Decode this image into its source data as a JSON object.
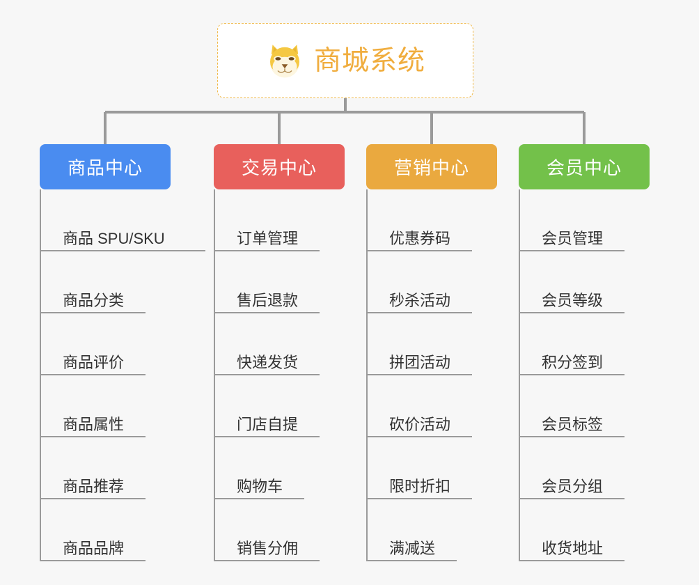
{
  "background_color": "#f7f7f7",
  "root": {
    "title": "商城系统",
    "icon": "shiba-dog-face-icon",
    "border_color": "#f0b94a",
    "text_color": "#f0ad3e"
  },
  "connector_color": "#9a9a9a",
  "columns": [
    {
      "header": "商品中心",
      "color": "#4a8cf0",
      "items": [
        {
          "label": "商品 SPU/SKU",
          "width": "wide"
        },
        {
          "label": "商品分类",
          "width": "narrow"
        },
        {
          "label": "商品评价",
          "width": "narrow"
        },
        {
          "label": "商品属性",
          "width": "narrow"
        },
        {
          "label": "商品推荐",
          "width": "narrow"
        },
        {
          "label": "商品品牌",
          "width": "narrow"
        }
      ]
    },
    {
      "header": "交易中心",
      "color": "#e8605c",
      "items": [
        {
          "label": "订单管理",
          "width": "narrow"
        },
        {
          "label": "售后退款",
          "width": "narrow"
        },
        {
          "label": "快递发货",
          "width": "narrow"
        },
        {
          "label": "门店自提",
          "width": "narrow"
        },
        {
          "label": "购物车",
          "width": "xnarrow"
        },
        {
          "label": "销售分佣",
          "width": "narrow"
        }
      ]
    },
    {
      "header": "营销中心",
      "color": "#eaa93f",
      "items": [
        {
          "label": "优惠券码",
          "width": "narrow"
        },
        {
          "label": "秒杀活动",
          "width": "narrow"
        },
        {
          "label": "拼团活动",
          "width": "narrow"
        },
        {
          "label": "砍价活动",
          "width": "narrow"
        },
        {
          "label": "限时折扣",
          "width": "narrow"
        },
        {
          "label": "满减送",
          "width": "xnarrow"
        }
      ]
    },
    {
      "header": "会员中心",
      "color": "#73c14a",
      "items": [
        {
          "label": "会员管理",
          "width": "narrow"
        },
        {
          "label": "会员等级",
          "width": "narrow"
        },
        {
          "label": "积分签到",
          "width": "narrow"
        },
        {
          "label": "会员标签",
          "width": "narrow"
        },
        {
          "label": "会员分组",
          "width": "narrow"
        },
        {
          "label": "收货地址",
          "width": "narrow"
        }
      ]
    }
  ]
}
